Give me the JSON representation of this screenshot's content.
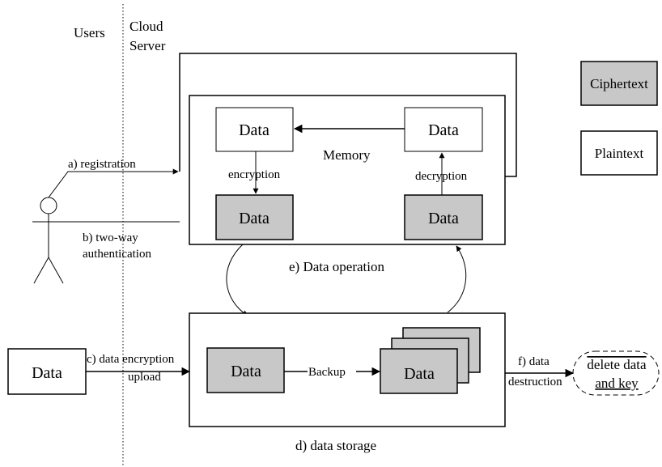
{
  "lanes": {
    "users": "Users",
    "cloud_line1": "Cloud",
    "cloud_line2": "Server"
  },
  "legend": {
    "ciphertext": "Ciphertext",
    "plaintext": "Plaintext"
  },
  "memory": {
    "label": "Memory",
    "plain_left": "Data",
    "plain_right": "Data",
    "cipher_left": "Data",
    "cipher_right": "Data",
    "encryption": "encryption",
    "decryption": "decryption"
  },
  "steps": {
    "registration": "a) registration",
    "auth_line1": "b) two-way",
    "auth_line2": "authentication",
    "upload_line1": "c) data encryption",
    "upload_line2": "upload",
    "storage": "d) data storage",
    "operation": "e) Data operation",
    "destruction_line1": "f) data",
    "destruction_line2": "destruction"
  },
  "storage": {
    "source": "Data",
    "primary": "Data",
    "backup_label": "Backup",
    "replica": "Data"
  },
  "delete": {
    "line1": "delete data",
    "line2": "and key"
  },
  "colors": {
    "cipher_fill": "#c8c8c8",
    "stroke": "#000000",
    "background": "#ffffff"
  }
}
